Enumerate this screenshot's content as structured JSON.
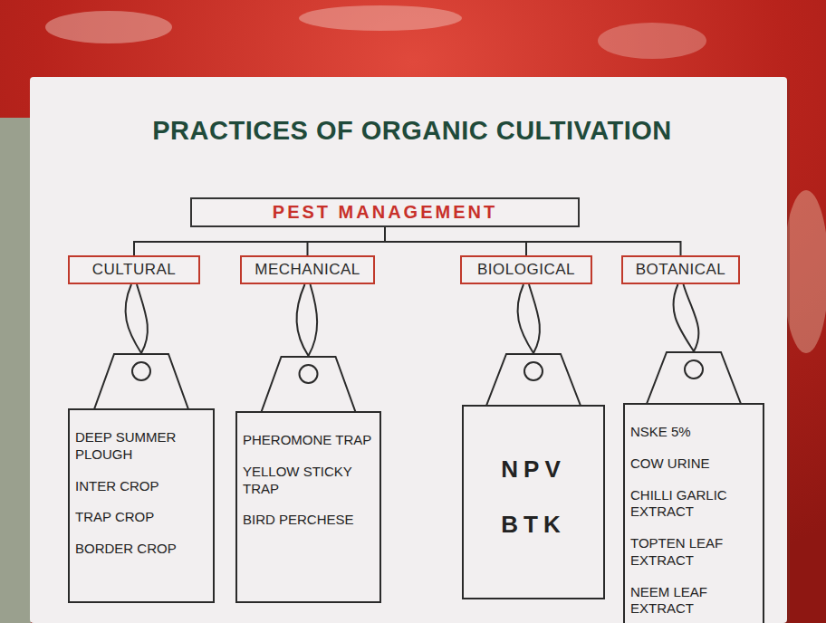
{
  "diagram": {
    "title": "PRACTICES OF ORGANIC CULTIVATION",
    "nodes": [
      {
        "text": [
          "PEST MANAGEMENT"
        ]
      },
      {
        "text": [
          "CULTURAL"
        ]
      },
      {
        "text": [
          "MECHANICAL"
        ]
      },
      {
        "text": [
          "BIOLOGICAL"
        ]
      },
      {
        "text": [
          "BOTANICAL"
        ]
      },
      {
        "text": [
          "DEEP SUMMER PLOUGH",
          "INTER CROP",
          "TRAP CROP",
          "BORDER CROP"
        ]
      },
      {
        "text": [
          "PHEROMONE TRAP",
          "YELLOW STICKY TRAP",
          "BIRD PERCHESE"
        ]
      },
      {
        "text": [
          "NPV",
          "BTK"
        ]
      },
      {
        "text": [
          "NSKE 5%",
          "COW URINE",
          "CHILLI GARLIC EXTRACT",
          "TOPTEN LEAF EXTRACT",
          "NEEM LEAF EXTRACT"
        ]
      }
    ],
    "edges": [
      {
        "from": 0,
        "to": 1,
        "arrow": "none"
      },
      {
        "from": 0,
        "to": 2,
        "arrow": "none"
      },
      {
        "from": 0,
        "to": 3,
        "arrow": "none"
      },
      {
        "from": 0,
        "to": 4,
        "arrow": "none"
      },
      {
        "from": 1,
        "to": 5,
        "arrow": "none"
      },
      {
        "from": 2,
        "to": 6,
        "arrow": "none"
      },
      {
        "from": 3,
        "to": 7,
        "arrow": "none"
      },
      {
        "from": 4,
        "to": 8,
        "arrow": "none"
      }
    ]
  }
}
